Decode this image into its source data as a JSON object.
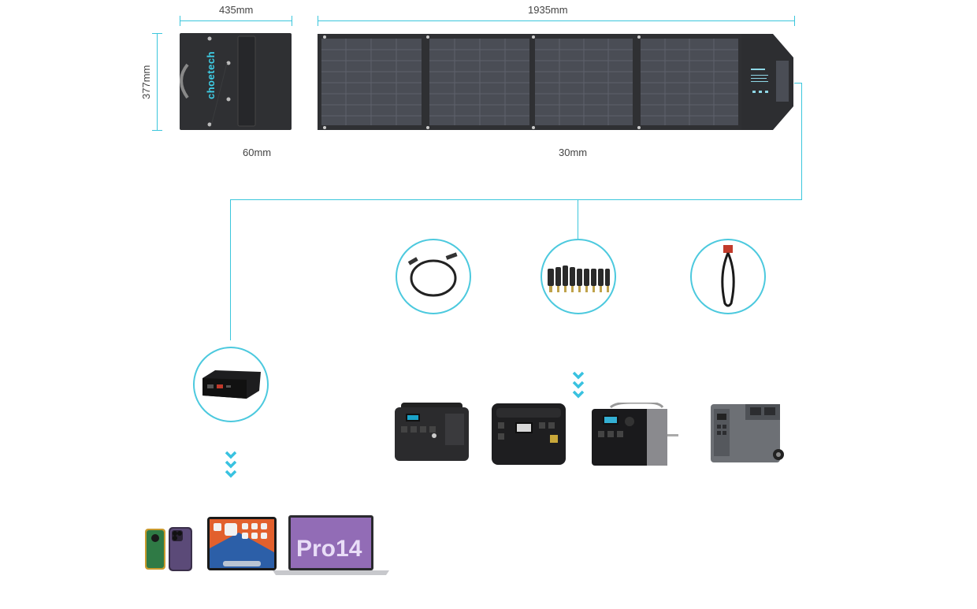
{
  "dimensions": {
    "folded_width": "435mm",
    "unfolded_width": "1935mm",
    "height": "377mm",
    "folded_thickness": "60mm",
    "unfolded_thickness": "30mm"
  },
  "brand": {
    "logo_text": "choetech"
  },
  "accessories": {
    "items": [
      "dc-cable-icon",
      "dc-adapter-tips-icon",
      "anderson-cable-icon"
    ]
  },
  "devices": {
    "power_bank_icon": "power-bank-icon",
    "power_stations": [
      "power-station-1-icon",
      "power-station-2-icon",
      "power-station-3-icon",
      "power-station-4-icon"
    ],
    "consumer_devices": [
      "phones-icon",
      "tablet-icon",
      "laptop-icon"
    ],
    "laptop_screen_text": "Pro14"
  },
  "colors": {
    "accent": "#3bc6dc",
    "panel": "#2f3033",
    "cell": "#4a4d55"
  }
}
